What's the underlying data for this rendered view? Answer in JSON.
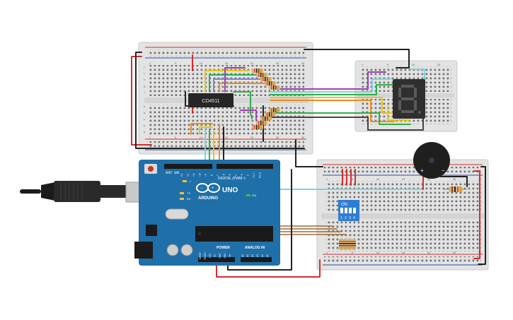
{
  "breadboard_top": {
    "numbers": [
      "1",
      "5",
      "10",
      "15",
      "20",
      "25",
      "30"
    ],
    "rows_left": [
      "j",
      "i",
      "h",
      "g",
      "f",
      "e",
      "d",
      "c",
      "b",
      "a"
    ]
  },
  "breadboard_small": {
    "numbers": [
      "1",
      "5",
      "10",
      "15"
    ]
  },
  "breadboard_bottom": {
    "numbers": [
      "1",
      "5",
      "10",
      "15",
      "20",
      "25",
      "30"
    ]
  },
  "chip": {
    "label": "CD4511"
  },
  "arduino": {
    "logo": "ARDUINO",
    "model": "UNO",
    "digital_label": "DIGITAL (PWM~)",
    "power_label": "POWER",
    "analog_label": "ANALOG IN",
    "tx": "TX",
    "rx": "RX",
    "l": "L",
    "on": "ON",
    "aref": "AREF",
    "gnd": "GND",
    "header_pins": [
      "13",
      "12",
      "~11",
      "~10",
      "~9",
      "8",
      "7",
      "~6",
      "~5",
      "4",
      "~3",
      "2",
      "TX 1",
      "RX 0"
    ],
    "power_pins": [
      "IOREF",
      "RESET",
      "3.3V",
      "5V",
      "GND",
      "GND",
      "Vin"
    ],
    "analog_pins": [
      "A0",
      "A1",
      "A2",
      "A3",
      "A4",
      "A5"
    ]
  },
  "dip_switch": {
    "on_label": "ON",
    "numbers": [
      "1",
      "2",
      "3",
      "4"
    ]
  },
  "buzzer": {
    "plus": "+",
    "minus": "−"
  }
}
